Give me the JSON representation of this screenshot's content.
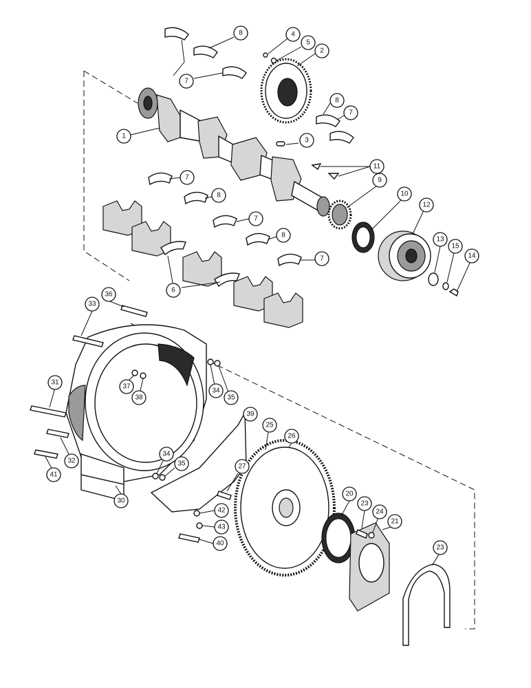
{
  "callouts": [
    {
      "id": "c1",
      "label": "1"
    },
    {
      "id": "c2",
      "label": "2"
    },
    {
      "id": "c3",
      "label": "3"
    },
    {
      "id": "c4",
      "label": "4"
    },
    {
      "id": "c5",
      "label": "5"
    },
    {
      "id": "c6",
      "label": "6"
    },
    {
      "id": "c7a",
      "label": "7"
    },
    {
      "id": "c7b",
      "label": "7"
    },
    {
      "id": "c7c",
      "label": "7"
    },
    {
      "id": "c7d",
      "label": "7"
    },
    {
      "id": "c7e",
      "label": "7"
    },
    {
      "id": "c8a",
      "label": "8"
    },
    {
      "id": "c8b",
      "label": "8"
    },
    {
      "id": "c8c",
      "label": "8"
    },
    {
      "id": "c8d",
      "label": "8"
    },
    {
      "id": "c9",
      "label": "9"
    },
    {
      "id": "c10",
      "label": "10"
    },
    {
      "id": "c11",
      "label": "11"
    },
    {
      "id": "c12",
      "label": "12"
    },
    {
      "id": "c13",
      "label": "13"
    },
    {
      "id": "c14",
      "label": "14"
    },
    {
      "id": "c15",
      "label": "15"
    },
    {
      "id": "c20",
      "label": "20"
    },
    {
      "id": "c21",
      "label": "21"
    },
    {
      "id": "c23a",
      "label": "23"
    },
    {
      "id": "c23b",
      "label": "23"
    },
    {
      "id": "c24",
      "label": "24"
    },
    {
      "id": "c25",
      "label": "25"
    },
    {
      "id": "c26",
      "label": "26"
    },
    {
      "id": "c27",
      "label": "27"
    },
    {
      "id": "c30",
      "label": "30"
    },
    {
      "id": "c31",
      "label": "31"
    },
    {
      "id": "c32",
      "label": "32"
    },
    {
      "id": "c33",
      "label": "33"
    },
    {
      "id": "c34a",
      "label": "34"
    },
    {
      "id": "c34b",
      "label": "34"
    },
    {
      "id": "c35a",
      "label": "35"
    },
    {
      "id": "c35b",
      "label": "35"
    },
    {
      "id": "c36",
      "label": "36"
    },
    {
      "id": "c37",
      "label": "37"
    },
    {
      "id": "c38",
      "label": "38"
    },
    {
      "id": "c39",
      "label": "39"
    },
    {
      "id": "c40",
      "label": "40"
    },
    {
      "id": "c41",
      "label": "41"
    },
    {
      "id": "c42",
      "label": "42"
    },
    {
      "id": "c43",
      "label": "43"
    }
  ],
  "colors": {
    "ink": "#111111",
    "paper": "#ffffff",
    "shade": "#2a2a2a"
  }
}
